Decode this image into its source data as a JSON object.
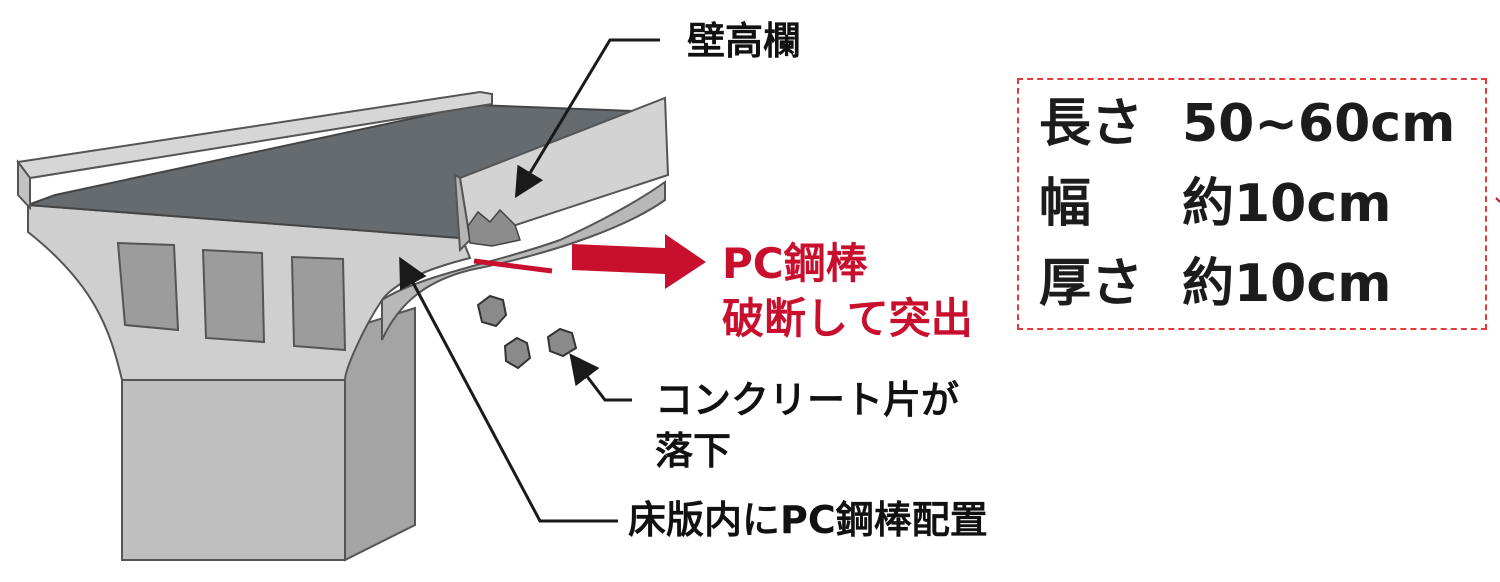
{
  "labels": {
    "parapet": "壁高欄",
    "pc_bar_line1": "PC鋼棒",
    "pc_bar_line2": "破断して突出",
    "fragment_line1": "コンクリート片が",
    "fragment_line2": "落下",
    "pc_in_slab": "床版内にPC鋼棒配置"
  },
  "spec": {
    "rows": [
      {
        "key": "長さ",
        "value": "50~60cm"
      },
      {
        "key": "幅",
        "value": "約10cm"
      },
      {
        "key": "厚さ",
        "value": "約10cm"
      }
    ]
  },
  "colors": {
    "accent_red": "#c8102e",
    "dashed_border": "#e23b3b",
    "deck_surface": "#666b70",
    "concrete": "#c9c9c9",
    "concrete_dark": "#9f9f9f"
  }
}
